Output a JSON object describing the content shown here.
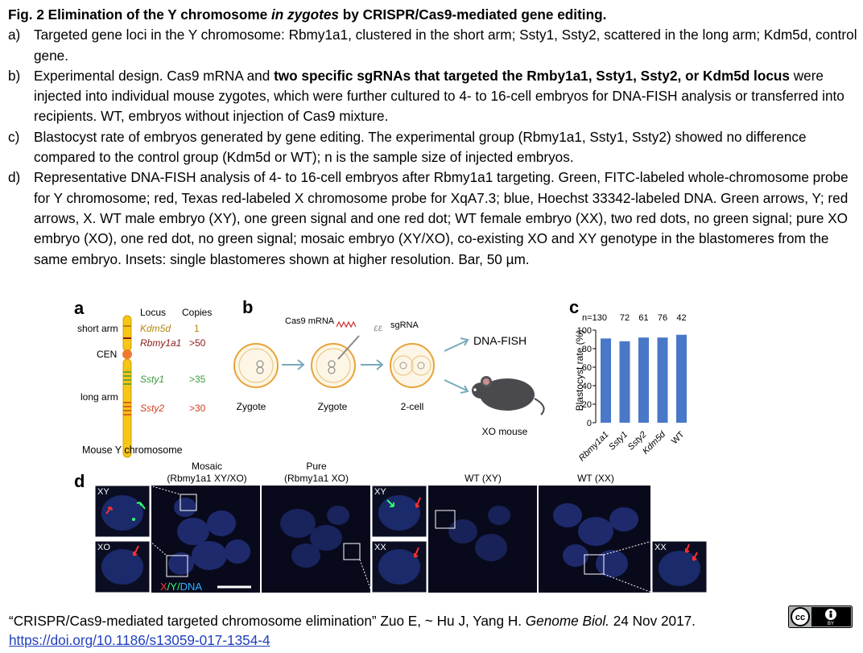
{
  "caption": {
    "title_prefix": "Fig. 2  Elimination of the Y chromosome ",
    "title_italic": "in zygotes",
    "title_suffix": " by CRISPR/Cas9-mediated gene editing.",
    "items": [
      {
        "label": "a)",
        "text": "Targeted gene loci in the Y chromosome: Rbmy1a1, clustered in the short arm; Ssty1, Ssty2, scattered in the long arm; Kdm5d, control gene."
      },
      {
        "label": "b)",
        "text_a": "Experimental design. Cas9 mRNA and ",
        "bold": "two specific sgRNAs that targeted the Rmby1a1, Ssty1, Ssty2, or Kdm5d locus",
        "text_b": " were injected into individual mouse zygotes, which were further cultured to 4- to 16-cell embryos for DNA-FISH analysis or transferred into recipients. WT, embryos without injection of Cas9 mixture."
      },
      {
        "label": "c)",
        "text": "Blastocyst rate of embryos generated by gene editing. The experimental group (Rbmy1a1, Ssty1, Ssty2) showed no difference compared to the control group (Kdm5d or WT); n is the sample size of injected embryos."
      },
      {
        "label": "d)",
        "text": "Representative DNA-FISH analysis of 4- to 16-cell embryos after Rbmy1a1 targeting. Green, FITC-labeled whole-chromosome probe for Y chromosome; red, Texas red-labeled X chromosome probe for XqA7.3; blue, Hoechst 33342-labeled DNA. Green arrows, Y; red arrows, X. WT male embryo (XY), one green signal and one red dot; WT female embryo (XX), two red dots, no green signal; pure XO embryo (XO), one red dot, no green signal; mosaic embryo (XY/XO), co-existing XO and XY genotype in the blastomeres from the same embryo. Insets: single blastomeres shown at higher resolution. Bar, 50 µm."
      }
    ]
  },
  "panel_a": {
    "letter": "a",
    "col_locus": "Locus",
    "col_copies": "Copies",
    "short_arm": "short arm",
    "cen": "CEN",
    "long_arm": "long arm",
    "loci": [
      {
        "name": "Kdm5d",
        "copies": "1",
        "color": "#b8860b"
      },
      {
        "name": "Rbmy1a1",
        "copies": ">50",
        "color": "#8b1a1a"
      },
      {
        "name": "Ssty1",
        "copies": ">35",
        "color": "#3a9a3a"
      },
      {
        "name": "Ssty2",
        "copies": ">30",
        "color": "#d04020"
      }
    ],
    "caption": "Mouse Y chromosome"
  },
  "panel_b": {
    "letter": "b",
    "cas9": "Cas9 mRNA",
    "sgrna": "sgRNA",
    "dnafish": "DNA-FISH",
    "zygote1": "Zygote",
    "zygote2": "Zygote",
    "twocell": "2-cell",
    "xo_mouse": "XO mouse"
  },
  "panel_c": {
    "letter": "c",
    "n_prefix": "n=130",
    "ylabel": "Blastocyst rate (%)"
  },
  "chart_data": {
    "type": "bar",
    "categories": [
      "Rbmy1a1",
      "Ssty1",
      "Ssty2",
      "Kdm5d",
      "WT"
    ],
    "values": [
      91,
      88,
      92,
      92,
      95
    ],
    "n": [
      "n=130",
      "72",
      "61",
      "76",
      "42"
    ],
    "ylabel": "Blastocyst rate (%)",
    "yticks": [
      "0",
      "20",
      "40",
      "60",
      "80",
      "100"
    ],
    "ylim": [
      0,
      100
    ],
    "bar_color": "#4a78c8",
    "grid": false
  },
  "panel_d": {
    "letter": "d",
    "mosaic_title": "Mosaic",
    "mosaic_sub": "(Rbmy1a1 XY/XO)",
    "pure_title": "Pure",
    "pure_sub": "(Rbmy1a1 XO)",
    "wt_xy": "WT (XY)",
    "wt_xx": "WT (XX)",
    "inset_xy": "XY",
    "inset_xo": "XO",
    "inset_xy2": "XY",
    "inset_xx": "XX",
    "inset_xx2": "XX",
    "legend_x": "X",
    "legend_y": "/Y/",
    "legend_dna": "DNA"
  },
  "footer": {
    "citation_a": "“CRISPR/Cas9-mediated targeted chromosome elimination” Zuo E, ~ Hu J, Yang H. ",
    "journal": "Genome Biol.",
    "citation_b": " 24 Nov 2017.",
    "doi": "https://doi.org/10.1186/s13059-017-1354-4",
    "cc_label": "cc",
    "by_label": "BY"
  }
}
